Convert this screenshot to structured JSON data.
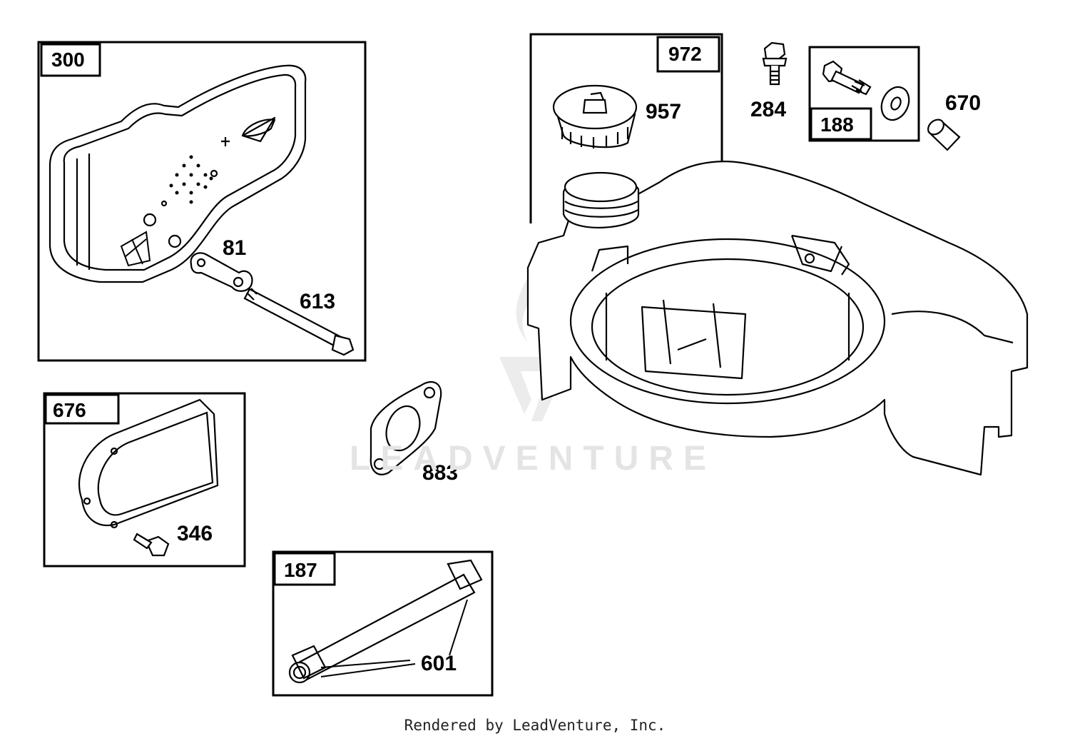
{
  "kits": {
    "k300": "300",
    "k972": "972",
    "k188": "188",
    "k676": "676",
    "k187": "187"
  },
  "callouts": {
    "p81": "81",
    "p613": "613",
    "p957": "957",
    "p284": "284",
    "p670": "670",
    "p883": "883",
    "p346": "346",
    "p601": "601"
  },
  "watermark": "LEADVENTURE",
  "footer": "Rendered by LeadVenture, Inc."
}
